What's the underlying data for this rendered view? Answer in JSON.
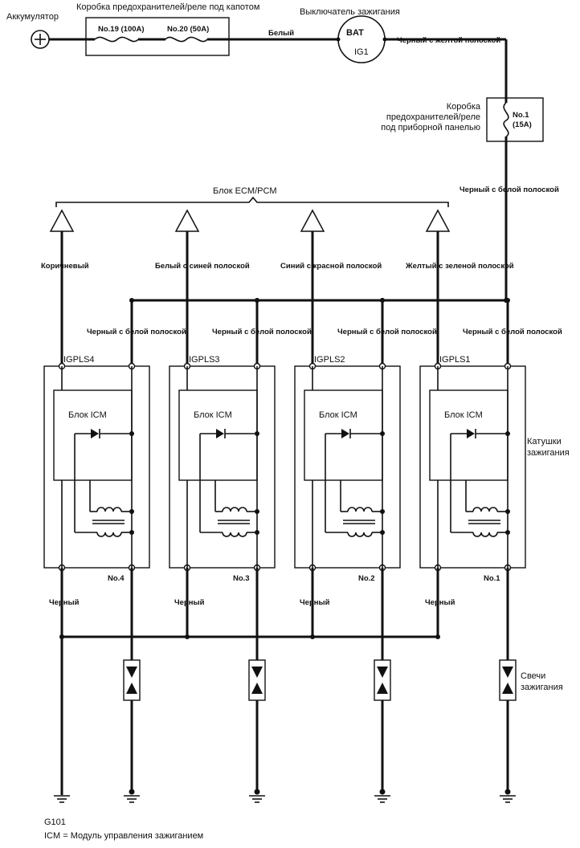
{
  "labels": {
    "battery": "Аккумулятор",
    "underhood_box": "Коробка предохранителей/реле под капотом",
    "fuse19": "No.19 (100A)",
    "fuse20": "No.20 (50A)",
    "white": "Белый",
    "ignition_switch": "Выключатель зажигания",
    "bat": "BAT",
    "ig1": "IG1",
    "black_yellow": "Черный с желтой полоской",
    "dash_box_1": "Коробка",
    "dash_box_2": "предохранителей/реле",
    "dash_box_3": "под приборной панелью",
    "fuse1_a": "No.1",
    "fuse1_b": "(15A)",
    "black_white": "Черный с белой полоской",
    "ecm": "Блок ECM/PCM",
    "coils_1": "Катушки",
    "coils_2": "зажигания",
    "plugs_1": "Свечи",
    "plugs_2": "зажигания",
    "g101": "G101",
    "footnote": "ICM = Модуль управления зажиганием"
  },
  "coils": [
    {
      "igpls": "IGPLS4",
      "wire": "Коричневый",
      "feed": "Черный с белой полоской",
      "icm": "Блок ICM",
      "no": "No.4",
      "gnd": "Черный"
    },
    {
      "igpls": "IGPLS3",
      "wire": "Белый с синей полоской",
      "feed": "Черный с белой полоской",
      "icm": "Блок ICM",
      "no": "No.3",
      "gnd": "Черный"
    },
    {
      "igpls": "IGPLS2",
      "wire": "Синий с красной полоской",
      "feed": "Черный с белой полоской",
      "icm": "Блок ICM",
      "no": "No.2",
      "gnd": "Черный"
    },
    {
      "igpls": "IGPLS1",
      "wire": "Желтый с зеленой полоской",
      "feed": "Черный с белой полоской",
      "icm": "Блок ICM",
      "no": "No.1",
      "gnd": "Черный"
    }
  ]
}
